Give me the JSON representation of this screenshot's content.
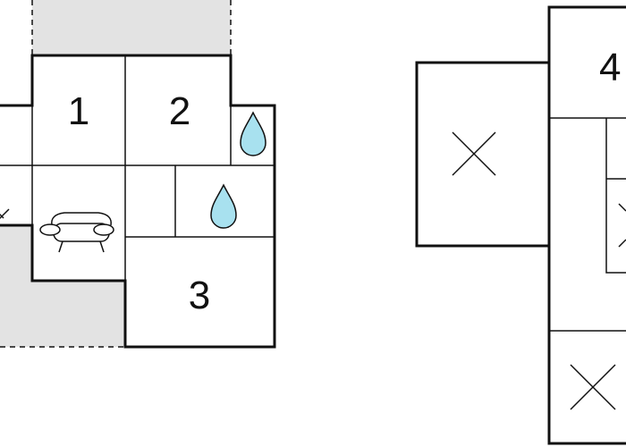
{
  "plan_left": {
    "rooms": [
      {
        "id": "room-1",
        "label": "1"
      },
      {
        "id": "room-2",
        "label": "2"
      },
      {
        "id": "room-3",
        "label": "3"
      }
    ],
    "symbols": [
      "water-drop-icon",
      "water-drop-icon",
      "sofa-icon"
    ],
    "colors": {
      "wall": "#111111",
      "terrace": "#e3e3e3",
      "water": "#a8e1ef"
    }
  },
  "plan_right": {
    "rooms": [
      {
        "id": "room-4",
        "label": "4"
      }
    ],
    "symbols": [
      "void-cross-icon",
      "void-cross-icon",
      "void-cross-icon"
    ]
  }
}
